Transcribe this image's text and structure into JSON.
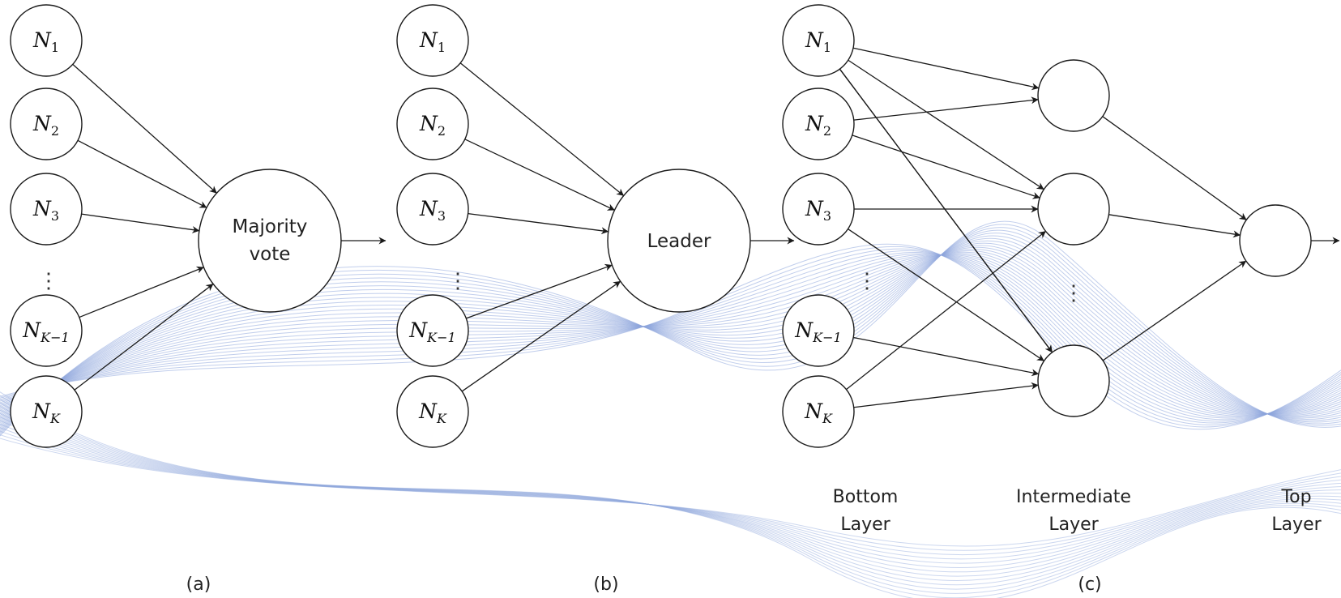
{
  "panels": [
    {
      "id": "a",
      "caption": "(a)",
      "aggregator": [
        "Majority",
        "vote"
      ]
    },
    {
      "id": "b",
      "caption": "(b)",
      "aggregator": [
        "Leader"
      ]
    },
    {
      "id": "c",
      "caption": "(c)",
      "layers": [
        [
          "Bottom",
          "Layer"
        ],
        [
          "Intermediate",
          "Layer"
        ],
        [
          "Top",
          "Layer"
        ]
      ]
    }
  ],
  "nodes": [
    {
      "base": "N",
      "sub": "1"
    },
    {
      "base": "N",
      "sub": "2"
    },
    {
      "base": "N",
      "sub": "3"
    },
    {
      "base": "N",
      "sub": "K−1"
    },
    {
      "base": "N",
      "sub": "K"
    }
  ],
  "ellipsis": "⋮",
  "colors": {
    "stroke": "#1a1a1a",
    "watermark": "#8ea6dc"
  }
}
